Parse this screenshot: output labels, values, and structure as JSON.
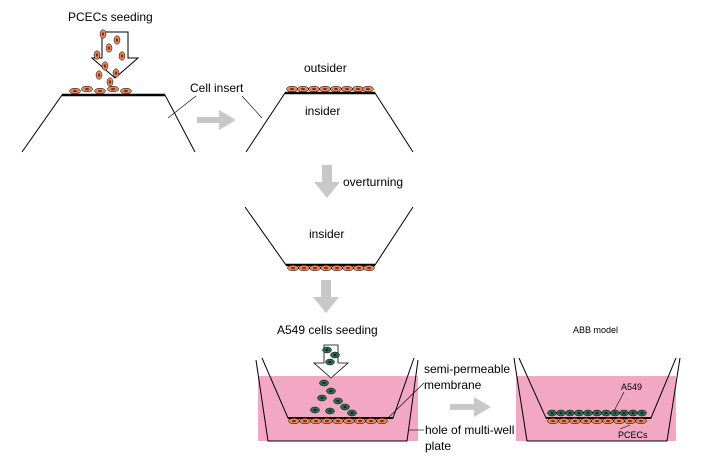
{
  "labels": {
    "pcecs_seeding": "PCECs seeding",
    "cell_insert": "Cell insert",
    "outsider": "outsider",
    "insider_top": "insider",
    "overturning": "overturning",
    "insider_mid": "insider",
    "a549_seeding": "A549 cells seeding",
    "semi_permeable_1": "semi-permeable",
    "semi_permeable_2": "membrane",
    "hole_1": "hole of multi-well",
    "hole_2": "plate",
    "abb_model": "ABB model",
    "a549": "A549",
    "pcecs": "PCECs"
  },
  "colors": {
    "medium": "#f2a8c2",
    "pcec_cell": "#e8855a",
    "pcec_nucleus": "#7a2a1a",
    "a549_cell": "#2f6b52",
    "a549_nucleus": "#0d2a1e",
    "arrow": "#c8c8c8",
    "line": "#000000"
  }
}
